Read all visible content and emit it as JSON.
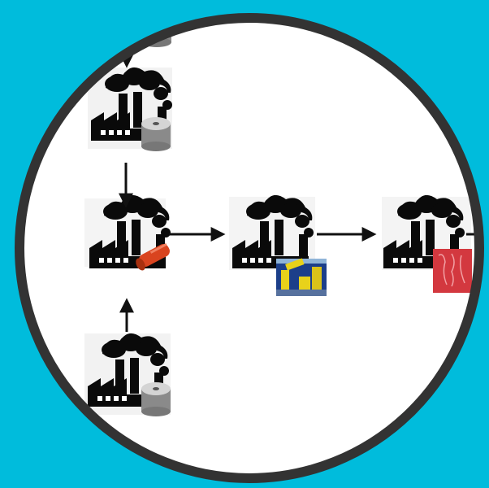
{
  "colors": {
    "background": "#00bcdc",
    "ring": "#333333",
    "disk": "#ffffff",
    "factory": "#0a0a0a",
    "arrow": "#111111",
    "roll_grey": "#8a8a8a",
    "roll_red": "#d9441f",
    "machine_yellow": "#e8d21a",
    "machine_blue": "#1c3f8a",
    "red_product": "#d3383f"
  },
  "diagram": {
    "nodes": [
      {
        "id": "top-cropped-factory",
        "icon": "factory-icon",
        "product": "roll-icon"
      },
      {
        "id": "upper-factory",
        "icon": "factory-icon",
        "product": "roll-icon"
      },
      {
        "id": "central-factory",
        "icon": "factory-icon",
        "product": "red-rolled-material-icon"
      },
      {
        "id": "lower-factory",
        "icon": "factory-icon",
        "product": "roll-icon"
      },
      {
        "id": "manufacturing-factory",
        "icon": "factory-icon",
        "product": "yellow-robot-machinery-icon"
      },
      {
        "id": "end-factory",
        "icon": "factory-icon",
        "product": "red-product-icon"
      }
    ],
    "edges": [
      {
        "from": "top-cropped-factory",
        "to": "upper-factory"
      },
      {
        "from": "upper-factory",
        "to": "central-factory"
      },
      {
        "from": "lower-factory",
        "to": "central-factory"
      },
      {
        "from": "central-factory",
        "to": "manufacturing-factory"
      },
      {
        "from": "manufacturing-factory",
        "to": "end-factory"
      }
    ]
  }
}
